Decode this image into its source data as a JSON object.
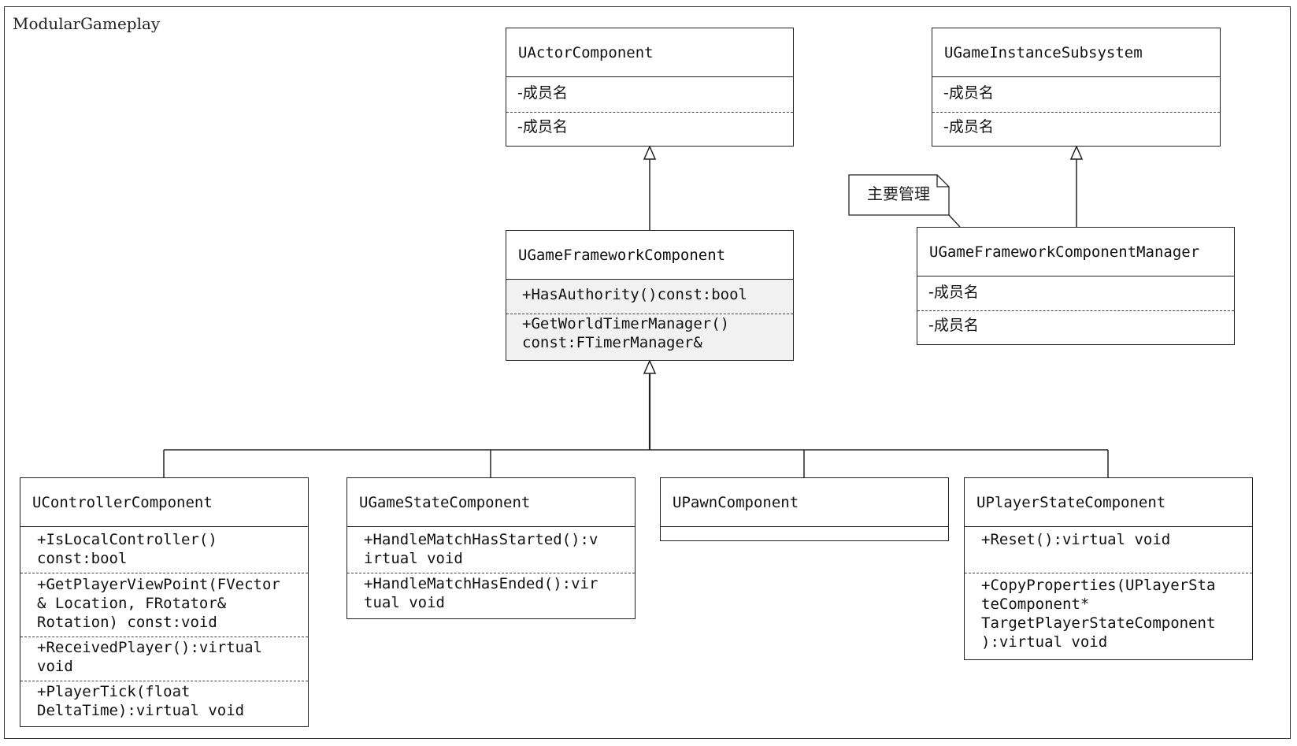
{
  "frame": {
    "title": "ModularGameplay"
  },
  "note": {
    "text": "主要管理"
  },
  "classes": {
    "actor_component": {
      "name": "UActorComponent",
      "members": [
        "-成员名",
        "-成员名"
      ]
    },
    "game_instance_subsystem": {
      "name": "UGameInstanceSubsystem",
      "members": [
        "-成员名",
        "-成员名"
      ]
    },
    "game_framework_component": {
      "name": "UGameFrameworkComponent",
      "members": [
        "+HasAuthority()const:bool",
        "+GetWorldTimerManager()\nconst:FTimerManager&"
      ]
    },
    "game_framework_component_manager": {
      "name": "UGameFrameworkComponentManager",
      "members": [
        "-成员名",
        "-成员名"
      ]
    },
    "controller_component": {
      "name": "UControllerComponent",
      "members": [
        "+IsLocalController()\nconst:bool",
        "+GetPlayerViewPoint(FVector\n& Location, FRotator&\nRotation) const:void",
        "+ReceivedPlayer():virtual\nvoid",
        "+PlayerTick(float\nDeltaTime):virtual void"
      ]
    },
    "game_state_component": {
      "name": "UGameStateComponent",
      "members": [
        "+HandleMatchHasStarted():v\nirtual void",
        "+HandleMatchHasEnded():vir\ntual void"
      ]
    },
    "pawn_component": {
      "name": "UPawnComponent",
      "members": []
    },
    "player_state_component": {
      "name": "UPlayerStateComponent",
      "members": [
        "+Reset():virtual void",
        "+CopyProperties(UPlayerSta\nteComponent*\nTargetPlayerStateComponent\n):virtual void"
      ]
    }
  }
}
